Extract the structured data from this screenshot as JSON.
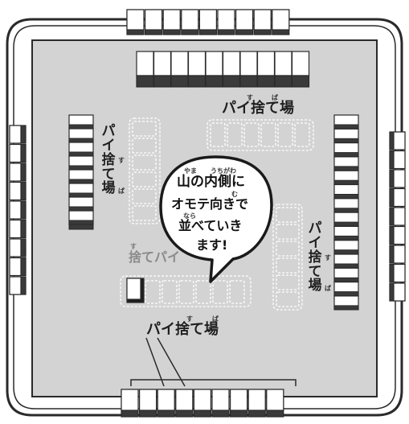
{
  "labels": {
    "top_discard": "パイ捨て場",
    "top_discard_ruby_su": "す",
    "top_discard_ruby_ba": "ば",
    "bottom_discard": "パイ捨て場",
    "bottom_discard_ruby_su": "す",
    "bottom_discard_ruby_ba": "ば",
    "left_discard_chars": [
      "パ",
      "イ",
      "捨",
      "て",
      "場"
    ],
    "left_discard_ruby_su": "す",
    "left_discard_ruby_ba": "ば",
    "right_discard_chars": [
      "パ",
      "イ",
      "捨",
      "て",
      "場"
    ],
    "right_discard_ruby_su": "す",
    "right_discard_ruby_ba": "ば",
    "discard_tile": "捨てパイ",
    "discard_tile_ruby_su": "す"
  },
  "bubble": {
    "lines": [
      "山の内側に",
      "オモテ向きで",
      "並べていき",
      "ます!"
    ],
    "ruby_yama": "やま",
    "ruby_uchigawa": "うちがわ",
    "ruby_mu": "む",
    "ruby_nara": "なら"
  },
  "colors": {
    "table": "#d3d3d3",
    "frame": "#ffffff",
    "outline": "#2a2a2a",
    "tile_face": "#ffffff",
    "tile_side": "#3a3a3a",
    "dashed_slot": "#ffffff"
  }
}
